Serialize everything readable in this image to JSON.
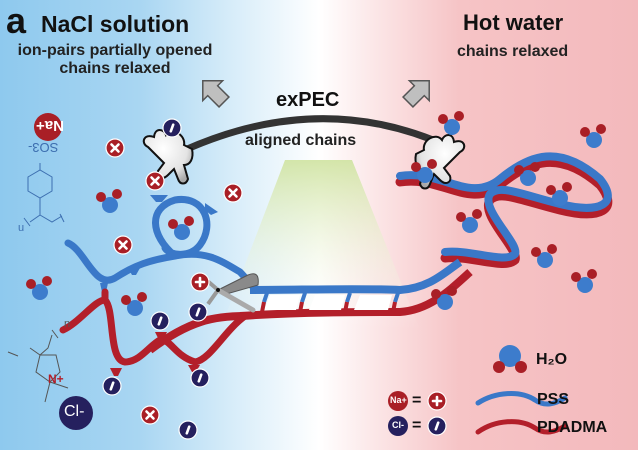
{
  "figure": {
    "panel_label": "a",
    "left": {
      "title": "NaCl solution",
      "subtitle_line1": "ion-pairs partially opened",
      "subtitle_line2": "chains relaxed",
      "background_color": "#8ec9ee"
    },
    "center": {
      "title": "exPEC",
      "subtitle": "aligned chains",
      "spotlight_color": "#d8eab0"
    },
    "right": {
      "title": "Hot water",
      "subtitle": "chains relaxed",
      "background_color": "#f3b9bc"
    },
    "molecules": {
      "na_label": "Na+",
      "cl_label": "Cl-",
      "sulfonate_label": "SO3-",
      "repeat_label": "n",
      "nitrogen_label": "N+"
    },
    "legend": {
      "h2o": "H₂O",
      "pss": "PSS",
      "pdadma": "PDADMA",
      "na_symbol": "Na+",
      "cl_symbol": "Cl-",
      "equals": "="
    },
    "colors": {
      "pss_blue": "#3a78c8",
      "pdadma_red": "#b31f2a",
      "cation_red": "#a91f26",
      "anion_navy": "#25205e",
      "water_blue": "#3d7ccc",
      "arrow_gray": "#bfbfbf",
      "rope_dark": "#333333"
    }
  }
}
